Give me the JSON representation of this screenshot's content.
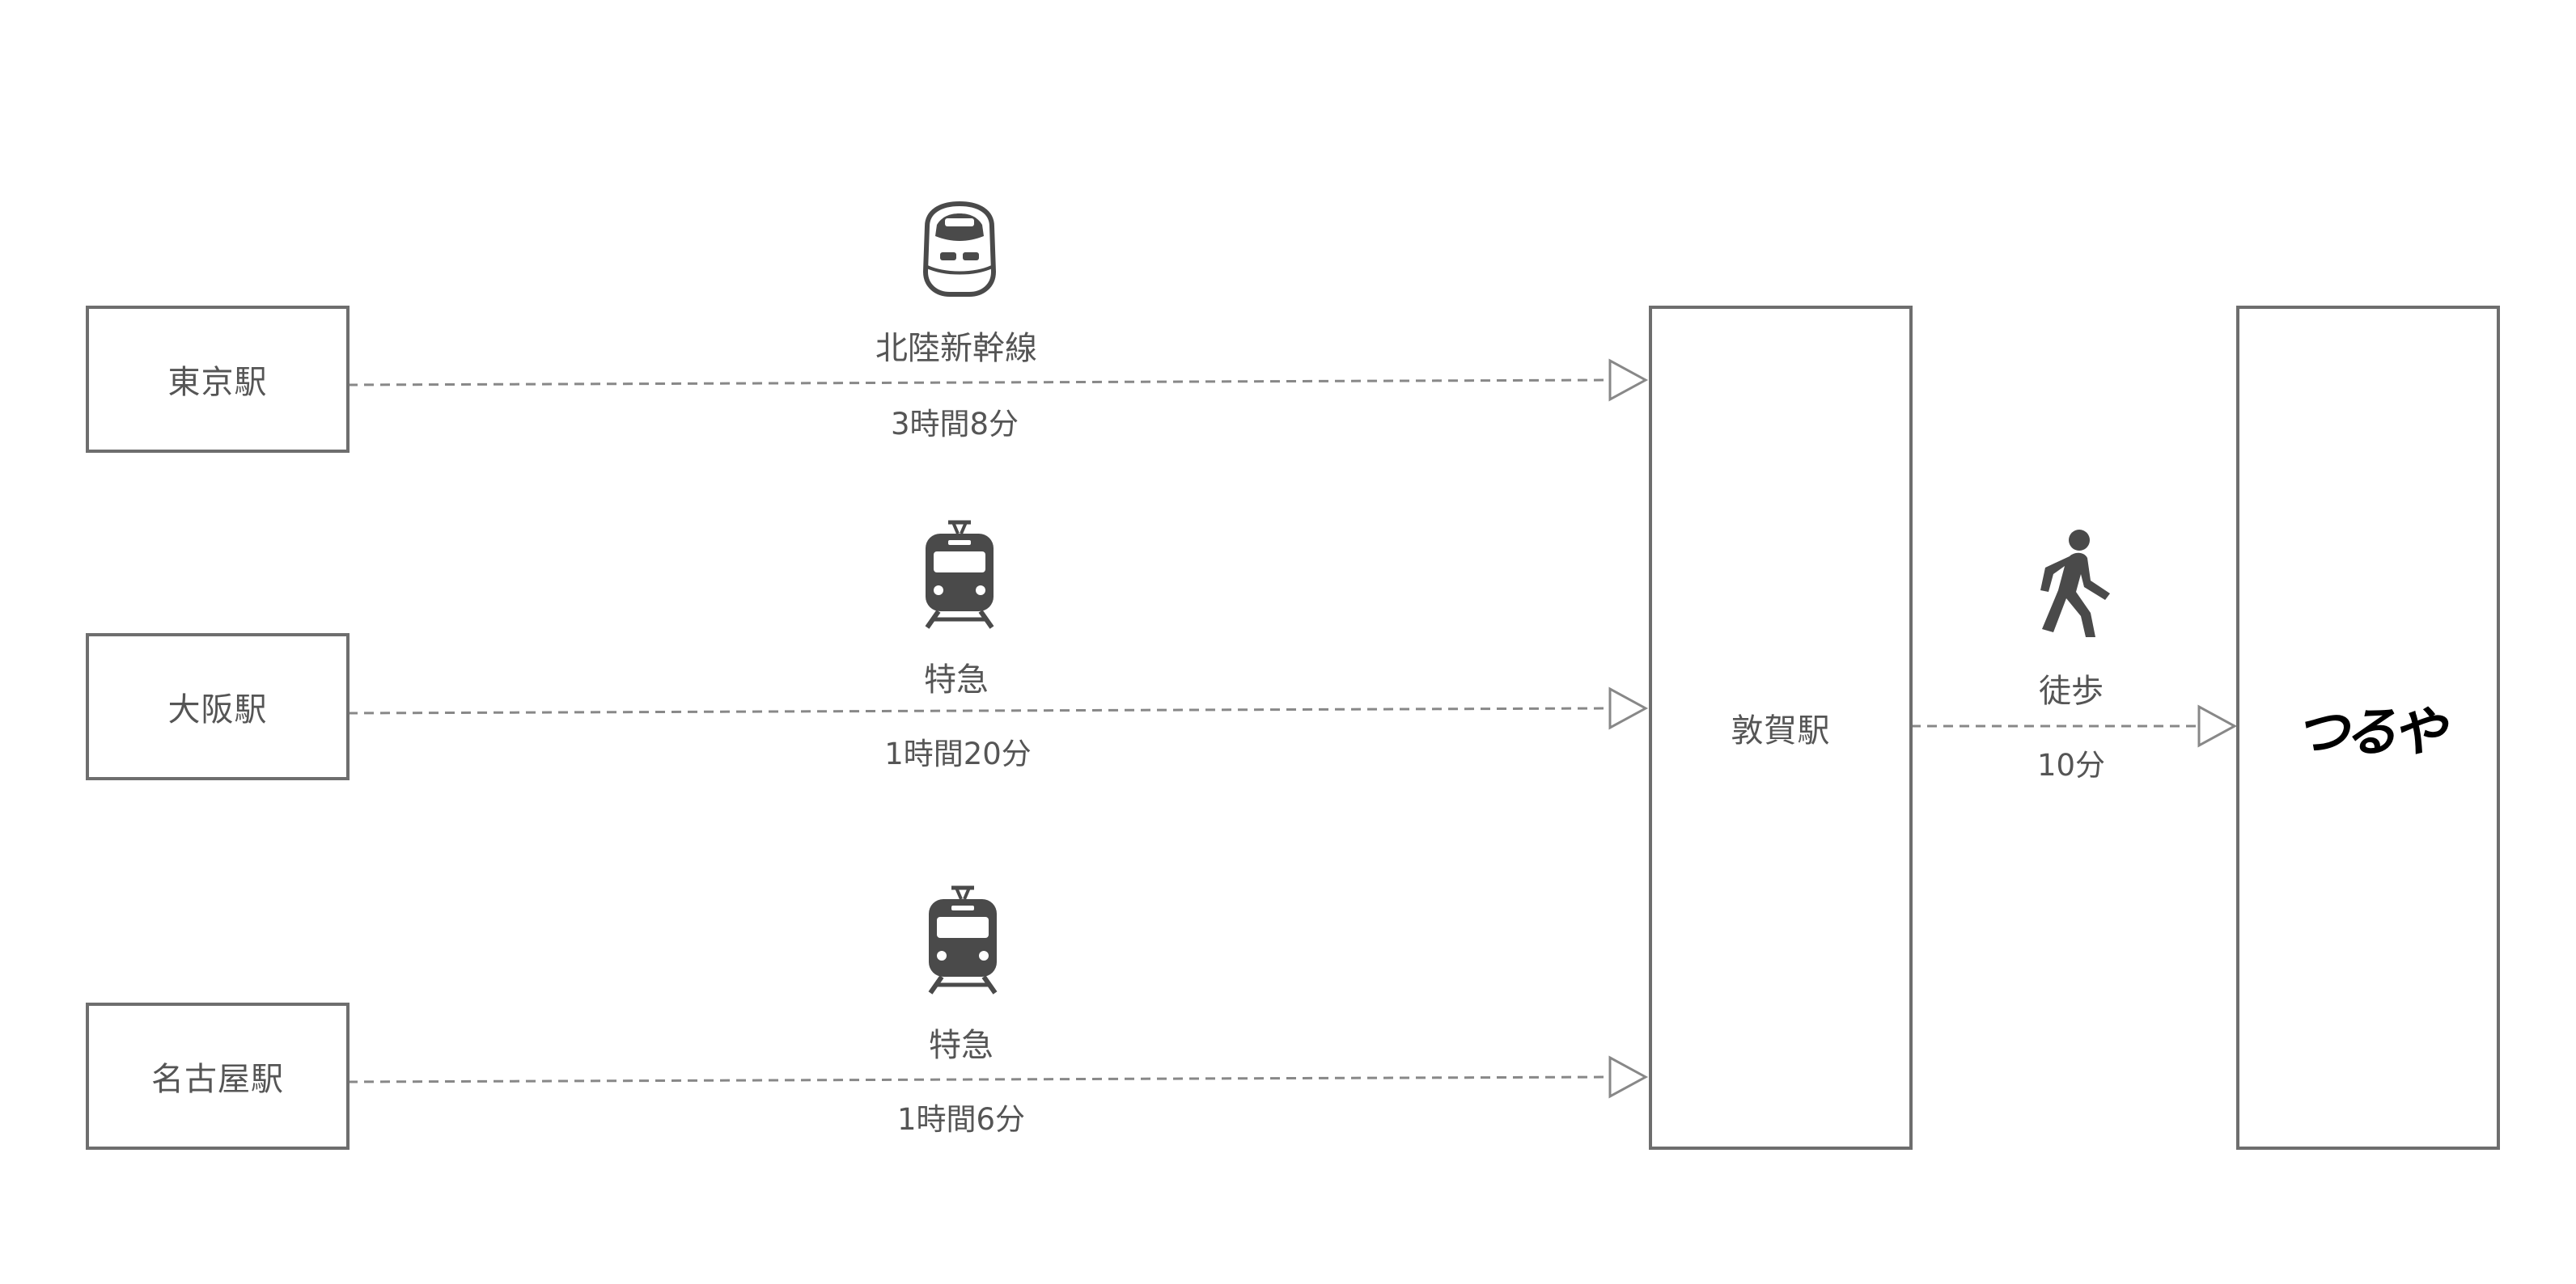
{
  "origins": [
    {
      "label": "東京駅"
    },
    {
      "label": "大阪駅"
    },
    {
      "label": "名古屋駅"
    }
  ],
  "routes": [
    {
      "mode": "北陸新幹線",
      "duration": "3時間8分",
      "icon": "shinkansen-icon"
    },
    {
      "mode": "特急",
      "duration": "1時間20分",
      "icon": "train-icon"
    },
    {
      "mode": "特急",
      "duration": "1時間6分",
      "icon": "train-icon"
    }
  ],
  "hub": {
    "label": "敦賀駅"
  },
  "walk": {
    "mode": "徒歩",
    "duration": "10分",
    "icon": "walking-person-icon"
  },
  "destination": {
    "label": "つるや"
  },
  "colors": {
    "line": "#888888",
    "box_border": "#6e6e6e",
    "icon": "#4a4a4a",
    "text": "#555555"
  }
}
